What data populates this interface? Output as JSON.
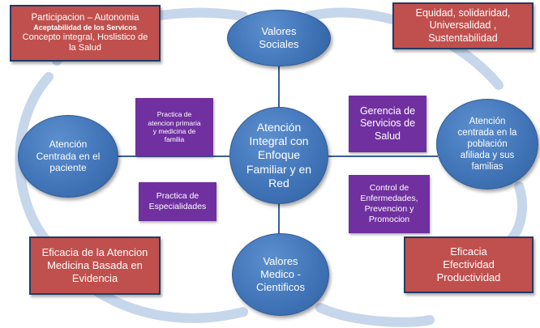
{
  "center": {
    "lines": [
      "Atención",
      "Integral con",
      "Enfoque",
      "Familiar y en",
      "Red"
    ]
  },
  "nodes": {
    "top": {
      "lines": [
        "Valores",
        "Sociales"
      ]
    },
    "left": {
      "lines": [
        "Atención",
        "Centrada en el",
        "paciente"
      ]
    },
    "right": {
      "lines": [
        "Atención",
        "centrada en la",
        "población",
        "afiliada y sus",
        "familias"
      ]
    },
    "bottom": {
      "lines": [
        "Valores",
        "Medico  -",
        "Cientificos"
      ]
    }
  },
  "red_boxes": {
    "top_left": {
      "lines": [
        "Participacion – Autonomia",
        "Aceptabilidad de los Servicos",
        "Concepto integral, Hoslistico de",
        "la Salud"
      ]
    },
    "top_right": {
      "lines": [
        "Equidad, solidaridad,",
        "Universalidad ,",
        "Sustentabilidad"
      ]
    },
    "bottom_left": {
      "lines": [
        "Eficacia de la Atencion",
        "Medicina Basada en",
        "Evidencia"
      ]
    },
    "bottom_right": {
      "lines": [
        "Eficacia",
        "Efectividad",
        "Productividad"
      ]
    }
  },
  "purple_boxes": {
    "primary_care": {
      "lines": [
        "Practica de",
        "atencion primaria",
        "y medicina de",
        "familia"
      ]
    },
    "specialties": {
      "lines": [
        "Practica de",
        "Especialidades"
      ]
    },
    "health_management": {
      "lines": [
        "Gerencia de",
        "Servicios de",
        "Salud"
      ]
    },
    "disease_control": {
      "lines": [
        "Control de",
        "Enfermedades,",
        "Prevencion y",
        "Promocion"
      ]
    }
  },
  "colors": {
    "node_blue": "#4472c4",
    "ring_blue": "#c5d5ea",
    "box_red": "#c0504d",
    "box_purple": "#7030a0"
  }
}
